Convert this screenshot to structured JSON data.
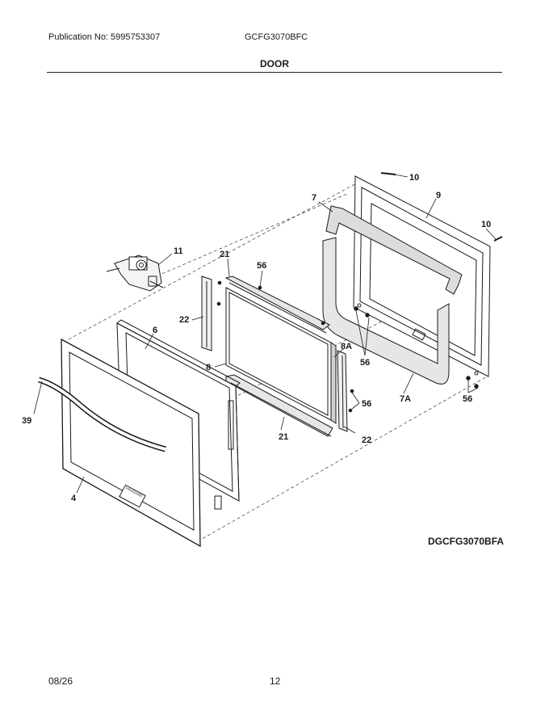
{
  "header": {
    "publication": "Publication No: 5995753307",
    "model": "GCFG3070BFC"
  },
  "title": "DOOR",
  "diagram_code": "DGCFG3070BFA",
  "footer": {
    "date": "08/26",
    "page": "12"
  },
  "callouts": [
    "10",
    "9",
    "7",
    "10",
    "11",
    "21",
    "56",
    "22",
    "6",
    "8A",
    "56",
    "8",
    "56",
    "7A",
    "56",
    "39",
    "21",
    "22",
    "4"
  ],
  "door_badge": "FRIGIDAIRE",
  "colors": {
    "ink": "#1a1a1a",
    "gasket": "#e6e6e6"
  }
}
